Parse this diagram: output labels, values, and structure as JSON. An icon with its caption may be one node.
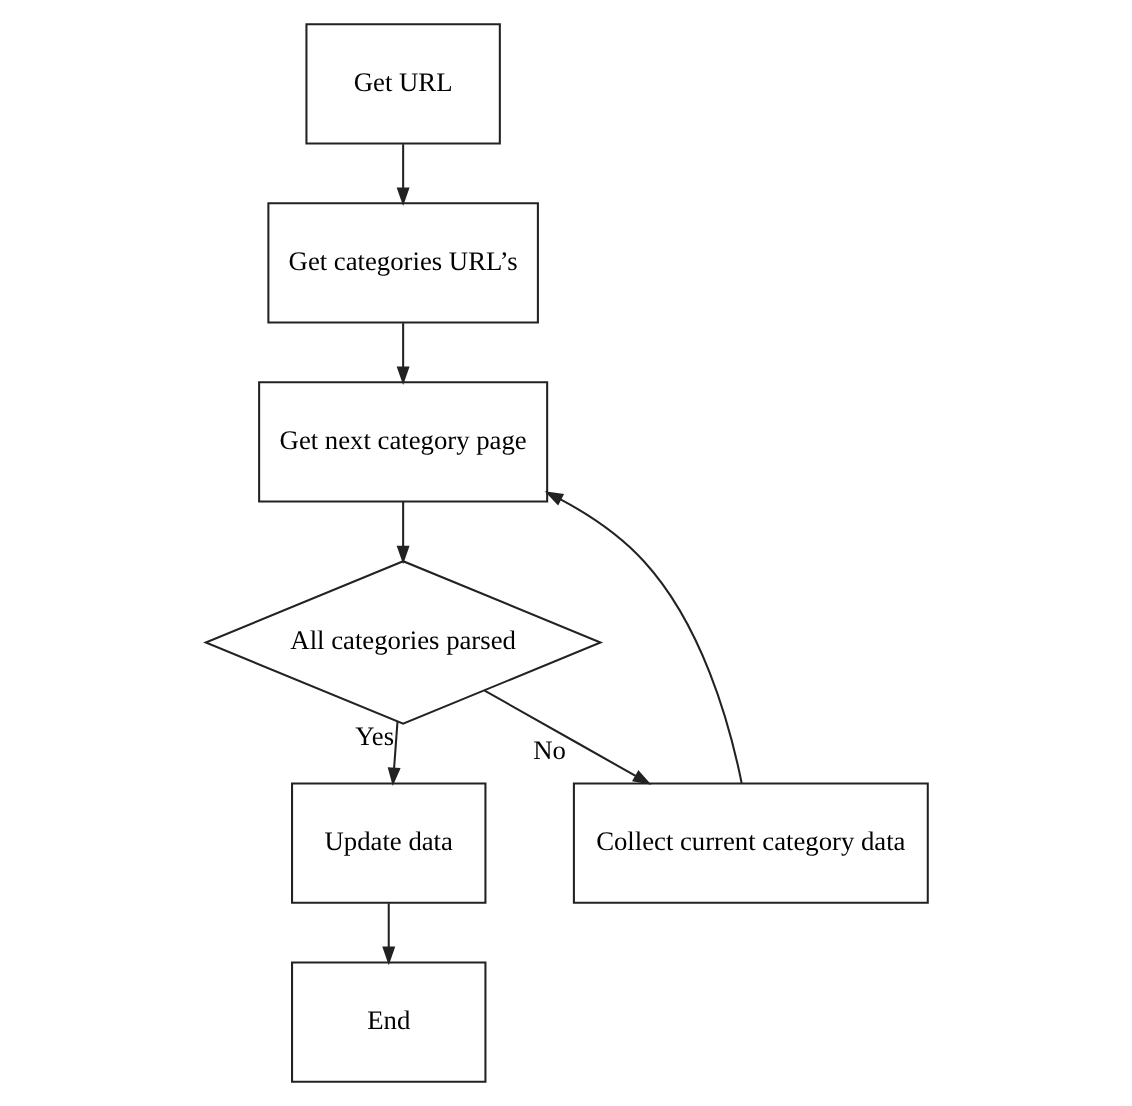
{
  "diagram": {
    "nodes": [
      {
        "text": [
          "Get URL"
        ]
      },
      {
        "text": [
          "Get categories URL’s"
        ]
      },
      {
        "text": [
          "Get next category page"
        ]
      },
      {
        "text": [
          "All categories parsed"
        ]
      },
      {
        "text": [
          "Update data"
        ]
      },
      {
        "text": [
          "Collect current category data"
        ]
      },
      {
        "text": [
          "End"
        ]
      }
    ],
    "edges": [
      {
        "from": 0,
        "to": 1,
        "arrow": "to"
      },
      {
        "from": 1,
        "to": 2,
        "arrow": "to"
      },
      {
        "from": 2,
        "to": 3,
        "arrow": "to"
      },
      {
        "from": 3,
        "to": 4,
        "arrow": "to",
        "label": "Yes"
      },
      {
        "from": 3,
        "to": 5,
        "arrow": "to",
        "label": "No"
      },
      {
        "from": 4,
        "to": 6,
        "arrow": "to"
      },
      {
        "from": 5,
        "to": 2,
        "arrow": "to"
      }
    ]
  }
}
